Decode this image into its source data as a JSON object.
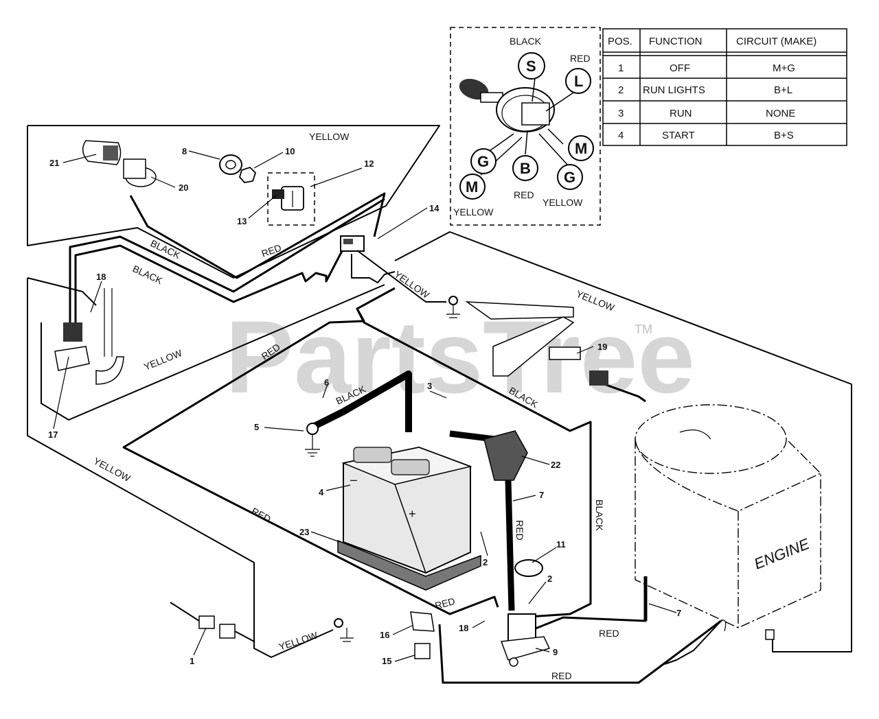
{
  "watermark": {
    "brand": "PartsTree",
    "trademark": "TM"
  },
  "engine_label": "ENGINE",
  "wire_labels": {
    "yellow_top": "YELLOW",
    "black_upper": "BLACK",
    "red_upper": "RED",
    "black_lower": "BLACK",
    "yellow_switch": "YELLOW",
    "yellow_right": "YELLOW",
    "red_left": "RED",
    "yellow_left_seat": "YELLOW",
    "black_battery": "BLACK",
    "black_middle": "BLACK",
    "yellow_left_bottom": "YELLOW",
    "red_battery": "RED",
    "red_cable": "RED",
    "black_right": "BLACK",
    "red_fuse": "RED",
    "red_solenoid": "RED",
    "red_bottom": "RED",
    "yellow_bottom": "YELLOW"
  },
  "callouts": {
    "c1": "1",
    "c2a": "2",
    "c2b": "2",
    "c3": "3",
    "c4": "4",
    "c5": "5",
    "c6": "6",
    "c7a": "7",
    "c7b": "7",
    "c8": "8",
    "c9": "9",
    "c10": "10",
    "c11": "11",
    "c12": "12",
    "c13": "13",
    "c14": "14",
    "c15": "15",
    "c16": "16",
    "c17": "17",
    "c18a": "18",
    "c18b": "18",
    "c19": "19",
    "c20": "20",
    "c21": "21",
    "c22": "22",
    "c23": "23"
  },
  "switch_inset": {
    "terminals": {
      "S": "S",
      "L": "L",
      "G1": "G",
      "B": "B",
      "M1": "M",
      "M2": "M",
      "G2": "G"
    },
    "wire_colors": {
      "s": "BLACK",
      "l": "RED",
      "m": "YELLOW",
      "b": "RED",
      "g": "YELLOW"
    }
  },
  "table": {
    "headers": [
      "POS.",
      "FUNCTION",
      "CIRCUIT  (MAKE)"
    ],
    "rows": [
      [
        "1",
        "OFF",
        "M+G"
      ],
      [
        "2",
        "RUN LIGHTS",
        "B+L"
      ],
      [
        "3",
        "RUN",
        "NONE"
      ],
      [
        "4",
        "START",
        "B+S"
      ]
    ]
  }
}
